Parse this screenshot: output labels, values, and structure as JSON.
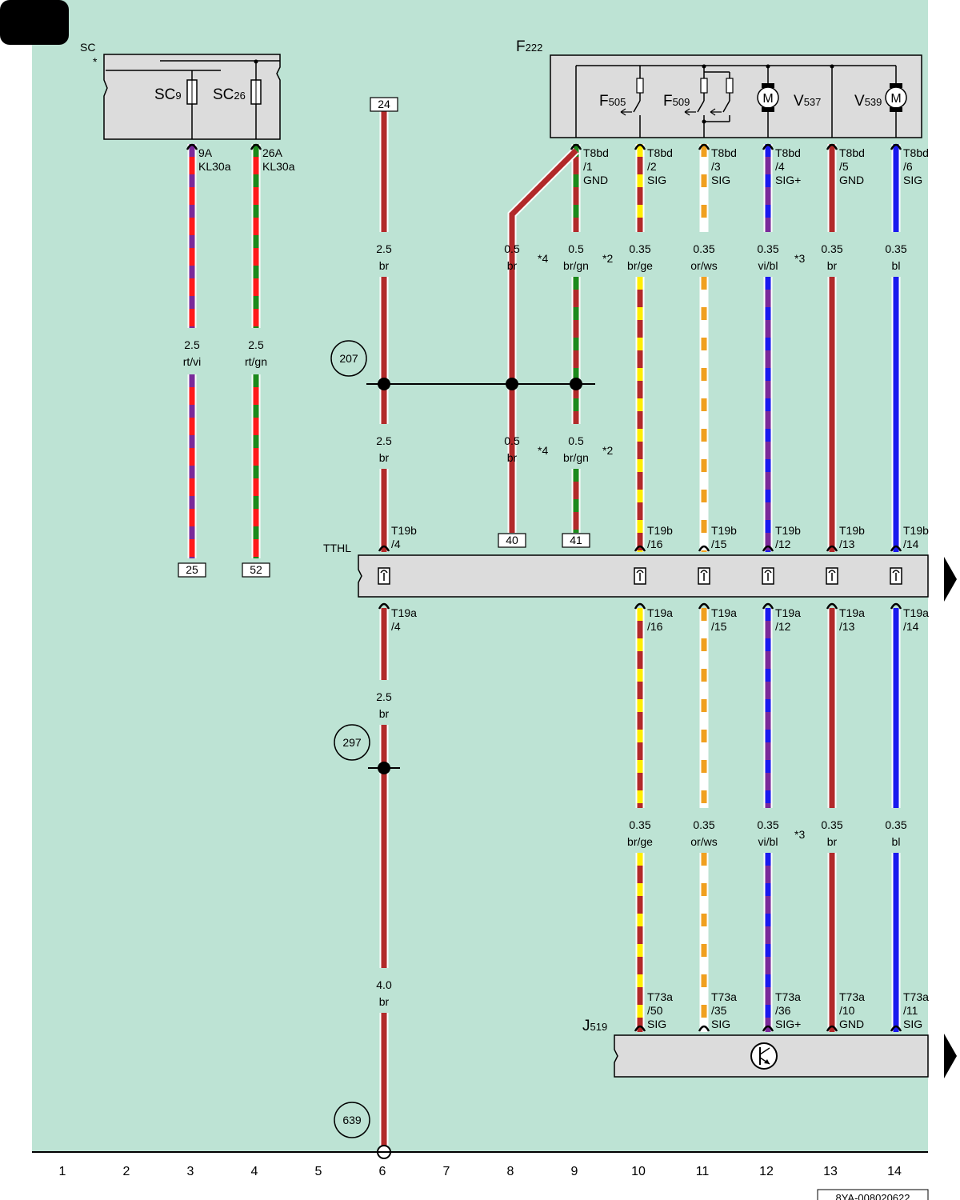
{
  "page": {
    "doc_id": "8YA-008020622",
    "column_numbers": [
      "1",
      "2",
      "3",
      "4",
      "5",
      "6",
      "7",
      "8",
      "9",
      "10",
      "11",
      "12",
      "13",
      "14"
    ]
  },
  "components": {
    "sc": {
      "name": "SC",
      "star": "*",
      "fuse1": {
        "main": "SC",
        "sub": "9"
      },
      "fuse2": {
        "main": "SC",
        "sub": "26"
      }
    },
    "f222": {
      "main": "F",
      "sub": "222"
    },
    "f505": {
      "main": "F",
      "sub": "505"
    },
    "f509": {
      "main": "F",
      "sub": "509"
    },
    "v537": {
      "main": "V",
      "sub": "537"
    },
    "v539": {
      "main": "V",
      "sub": "539"
    },
    "tthl": {
      "name": "TTHL"
    },
    "j519": {
      "main": "J",
      "sub": "519"
    }
  },
  "ground_points": [
    {
      "id": "207"
    },
    {
      "id": "297"
    },
    {
      "id": "639"
    }
  ],
  "ref_boxes": [
    "24",
    "25",
    "52",
    "40",
    "41"
  ],
  "pin_labels": {
    "sc_9": [
      "9A",
      "KL30a"
    ],
    "sc_26": [
      "26A",
      "KL30a"
    ],
    "t8bd_1": [
      "T8bd",
      "/1",
      "GND"
    ],
    "t8bd_2": [
      "T8bd",
      "/2",
      "SIG"
    ],
    "t8bd_3": [
      "T8bd",
      "/3",
      "SIG"
    ],
    "t8bd_4": [
      "T8bd",
      "/4",
      "SIG+"
    ],
    "t8bd_5": [
      "T8bd",
      "/5",
      "GND"
    ],
    "t8bd_6": [
      "T8bd",
      "/6",
      "SIG"
    ],
    "t19b_4": [
      "T19b",
      "/4"
    ],
    "t19b_16": [
      "T19b",
      "/16"
    ],
    "t19b_15": [
      "T19b",
      "/15"
    ],
    "t19b_12": [
      "T19b",
      "/12"
    ],
    "t19b_13": [
      "T19b",
      "/13"
    ],
    "t19b_14": [
      "T19b",
      "/14"
    ],
    "t19a_4": [
      "T19a",
      "/4"
    ],
    "t19a_16": [
      "T19a",
      "/16"
    ],
    "t19a_15": [
      "T19a",
      "/15"
    ],
    "t19a_12": [
      "T19a",
      "/12"
    ],
    "t19a_13": [
      "T19a",
      "/13"
    ],
    "t19a_14": [
      "T19a",
      "/14"
    ],
    "t73a_50": [
      "T73a",
      "/50",
      "SIG"
    ],
    "t73a_35": [
      "T73a",
      "/35",
      "SIG"
    ],
    "t73a_36": [
      "T73a",
      "/36",
      "SIG+"
    ],
    "t73a_10": [
      "T73a",
      "/10",
      "GND"
    ],
    "t73a_11": [
      "T73a",
      "/11",
      "SIG"
    ]
  },
  "wire_labels": {
    "w3": [
      "2.5",
      "rt/vi"
    ],
    "w4": [
      "2.5",
      "rt/gn"
    ],
    "w6a": [
      "2.5",
      "br"
    ],
    "w6b": [
      "2.5",
      "br"
    ],
    "w6c": [
      "2.5",
      "br"
    ],
    "w6d": [
      "4.0",
      "br"
    ],
    "w8a": [
      "0.5",
      "br"
    ],
    "w8b": [
      "0.5",
      "br"
    ],
    "w9a": [
      "0.5",
      "br/gn"
    ],
    "w9b": [
      "0.5",
      "br/gn"
    ],
    "w10a": [
      "0.35",
      "br/ge"
    ],
    "w10b": [
      "0.35",
      "br/ge"
    ],
    "w11a": [
      "0.35",
      "or/ws"
    ],
    "w11b": [
      "0.35",
      "or/ws"
    ],
    "w12a": [
      "0.35",
      "vi/bl"
    ],
    "w12b": [
      "0.35",
      "vi/bl"
    ],
    "w13a": [
      "0.35",
      "br"
    ],
    "w13b": [
      "0.35",
      "br"
    ],
    "w14a": [
      "0.35",
      "bl"
    ],
    "w14b": [
      "0.35",
      "bl"
    ]
  },
  "notes": {
    "n4a": "*4",
    "n2a": "*2",
    "n3a": "*3",
    "n4b": "*4",
    "n2b": "*2",
    "n3b": "*3"
  },
  "colors": {
    "background": "#bde3d4",
    "box": "#dcdcdc",
    "brown": "#b22a2a",
    "red": "#ff1a1a",
    "violet": "#7a2a9a",
    "green": "#1c8a1c",
    "yellow": "#ffee00",
    "orange": "#f0a020",
    "white": "#ffffff",
    "blue": "#1a1aee"
  }
}
